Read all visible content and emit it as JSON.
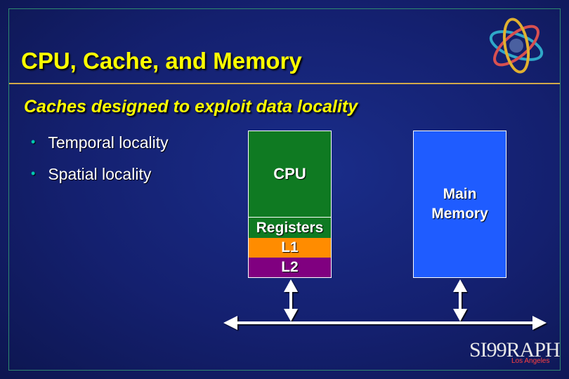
{
  "slide": {
    "title": "CPU, Cache, and Memory",
    "subtitle": "Caches designed to exploit data locality",
    "bullets": [
      {
        "label": "Temporal locality"
      },
      {
        "label": "Spatial locality"
      }
    ],
    "bullet_glyph": "•"
  },
  "diagram": {
    "cpu_label": "CPU",
    "registers_label": "Registers",
    "l1_label": "L1",
    "l2_label": "L2",
    "memory_label_line1": "Main",
    "memory_label_line2": "Memory"
  },
  "branding": {
    "wordmark": "SI99RAPH",
    "location": "Los Angeles",
    "logo_icon": "siggraph-knot-logo-icon"
  },
  "colors": {
    "title": "#ffff00",
    "cpu": "#0f7a22",
    "l1": "#ff8c00",
    "l2": "#800080",
    "memory": "#1f5cff",
    "bullet_dot": "#00c8b0"
  }
}
